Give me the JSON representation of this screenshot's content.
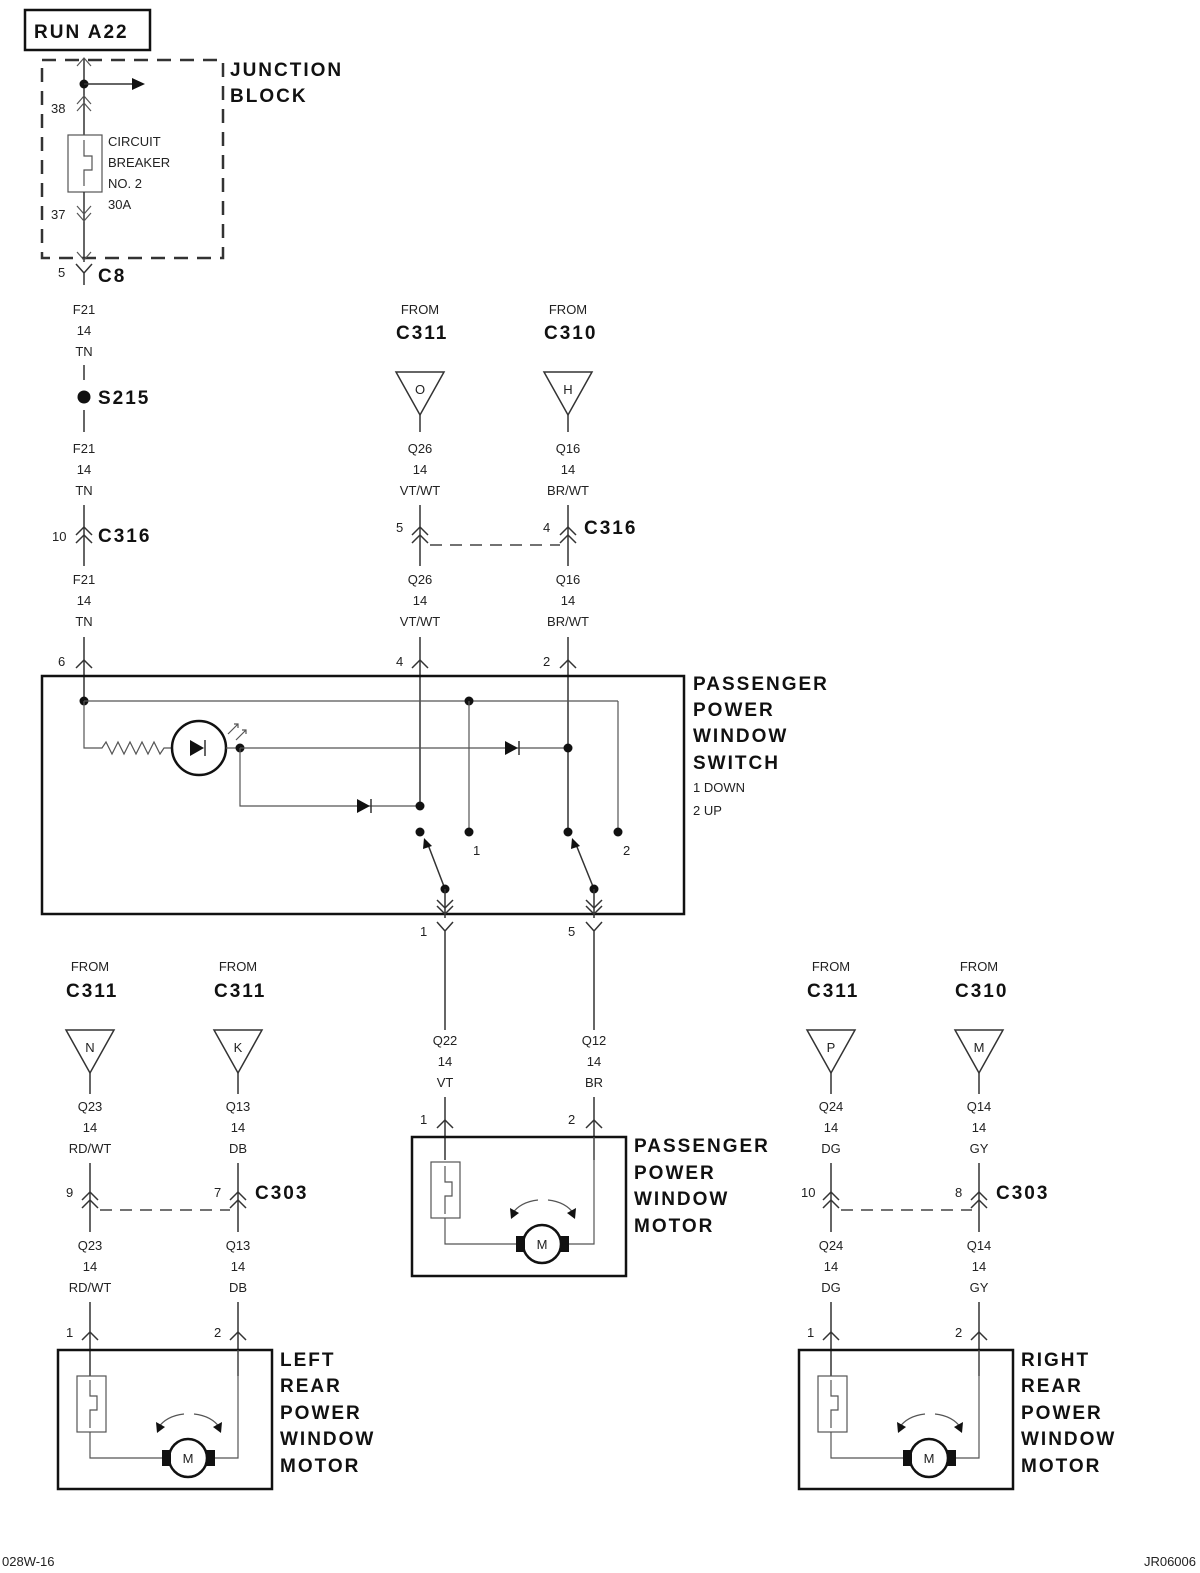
{
  "title": "RUN A22",
  "junction_block": {
    "label_1": "JUNCTION",
    "label_2": "BLOCK",
    "pin_top": "38",
    "pin_bottom": "37",
    "breaker_1": "CIRCUIT",
    "breaker_2": "BREAKER",
    "breaker_3": "NO. 2",
    "breaker_4": "30A"
  },
  "c8": {
    "name": "C8",
    "pin": "5"
  },
  "wires": {
    "f21": {
      "circuit": "F21",
      "gauge": "14",
      "color": "TN"
    },
    "q26": {
      "circuit": "Q26",
      "gauge": "14",
      "color": "VT/WT"
    },
    "q16": {
      "circuit": "Q16",
      "gauge": "14",
      "color": "BR/WT"
    },
    "q22": {
      "circuit": "Q22",
      "gauge": "14",
      "color": "VT"
    },
    "q12": {
      "circuit": "Q12",
      "gauge": "14",
      "color": "BR"
    },
    "q23": {
      "circuit": "Q23",
      "gauge": "14",
      "color": "RD/WT"
    },
    "q13": {
      "circuit": "Q13",
      "gauge": "14",
      "color": "DB"
    },
    "q24": {
      "circuit": "Q24",
      "gauge": "14",
      "color": "DG"
    },
    "q14": {
      "circuit": "Q14",
      "gauge": "14",
      "color": "GY"
    }
  },
  "splice": "S215",
  "from_label": "FROM",
  "c311": "C311",
  "c310": "C310",
  "c316": {
    "name": "C316",
    "pin_f21": "10",
    "pin_q26": "5",
    "pin_q16": "4"
  },
  "c303": {
    "name": "C303",
    "pin_q23": "9",
    "pin_q13": "7",
    "pin_q24": "10",
    "pin_q14": "8"
  },
  "from_letters": {
    "o": "O",
    "h": "H",
    "n": "N",
    "k": "K",
    "p": "P",
    "m": "M"
  },
  "switch": {
    "line_1": "PASSENGER",
    "line_2": "POWER",
    "line_3": "WINDOW",
    "line_4": "SWITCH",
    "pos_1": "1 DOWN",
    "pos_2": "2 UP",
    "pin_6": "6",
    "pin_4": "4",
    "pin_2": "2",
    "pin_1": "1",
    "pin_5": "5",
    "contact_1": "1",
    "contact_2": "2"
  },
  "passenger_motor": {
    "line_1": "PASSENGER",
    "line_2": "POWER",
    "line_3": "WINDOW",
    "line_4": "MOTOR",
    "pin_1": "1",
    "pin_2": "2"
  },
  "left_motor": {
    "line_1": "LEFT",
    "line_2": "REAR",
    "line_3": "POWER",
    "line_4": "WINDOW",
    "line_5": "MOTOR",
    "pin_1": "1",
    "pin_2": "2"
  },
  "right_motor": {
    "line_1": "RIGHT",
    "line_2": "REAR",
    "line_3": "POWER",
    "line_4": "WINDOW",
    "line_5": "MOTOR",
    "pin_1": "1",
    "pin_2": "2"
  },
  "motor_symbol": "M",
  "footer_left": "028W-16",
  "footer_right": "JR06006"
}
